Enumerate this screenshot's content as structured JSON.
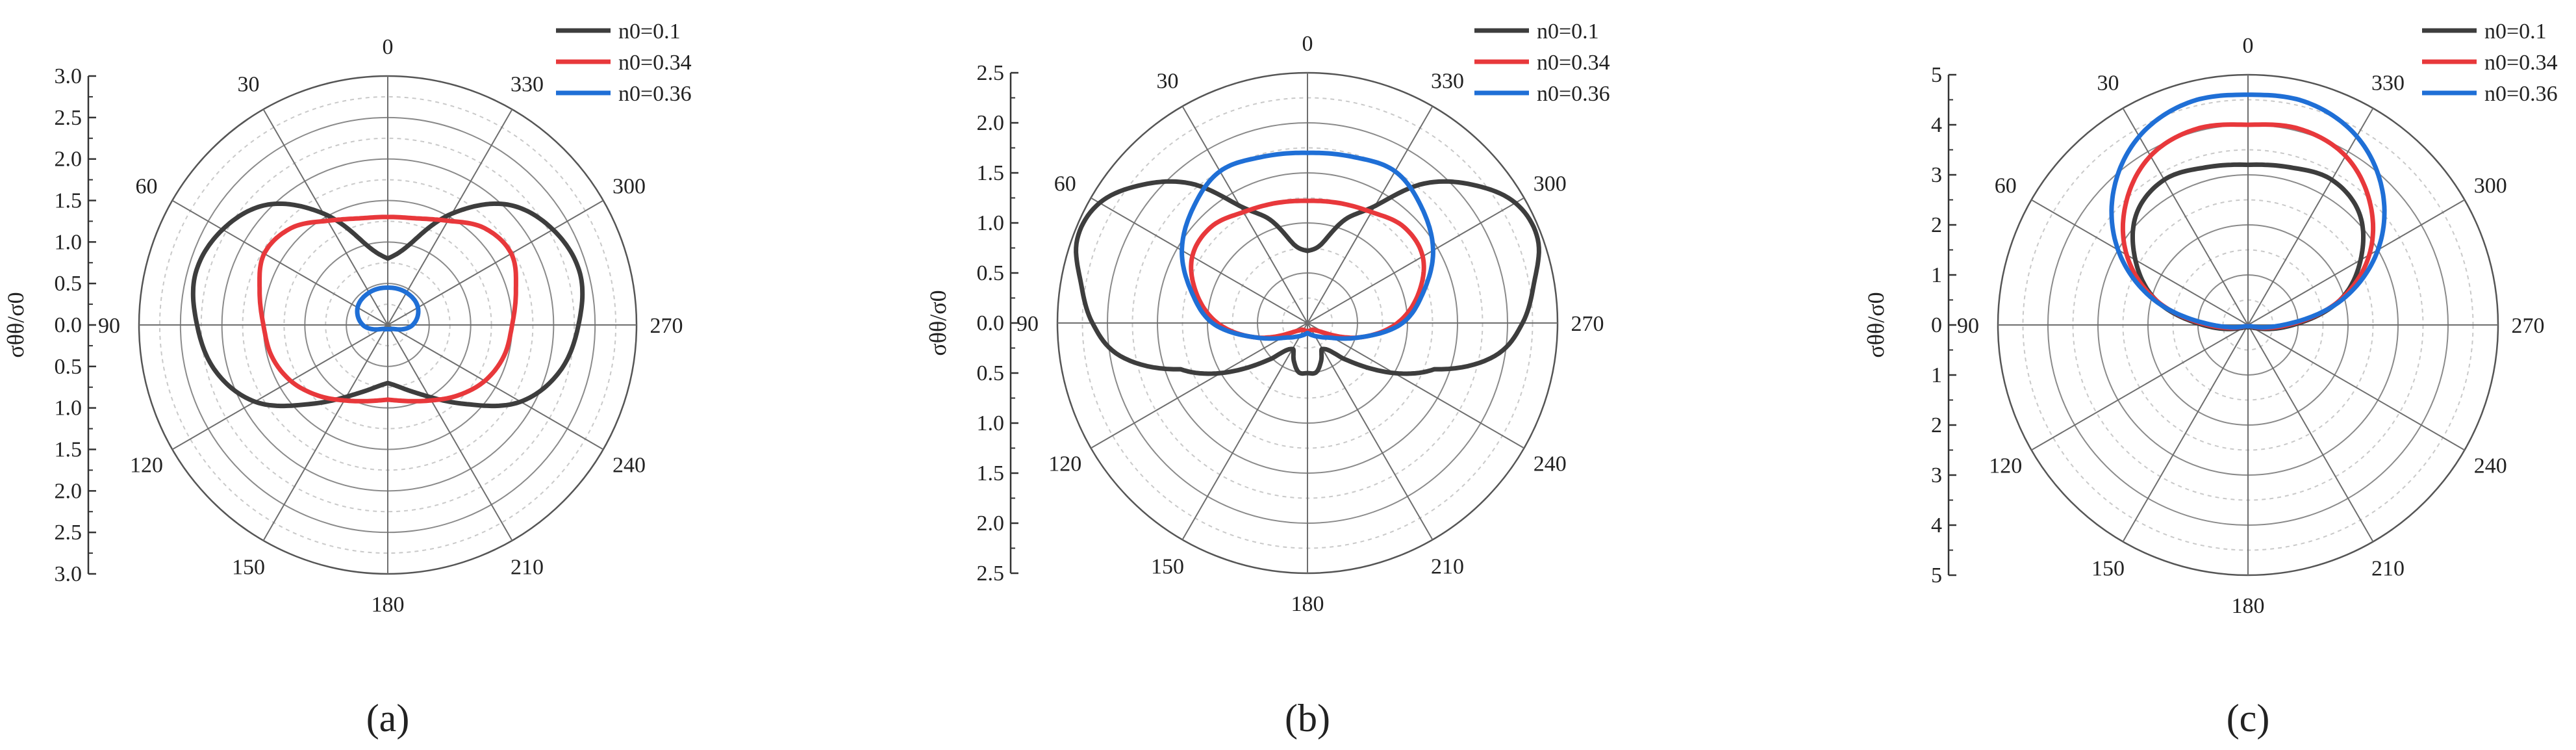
{
  "colors": {
    "series_0.1": "#3d3d3d",
    "series_0.34": "#e8383b",
    "series_0.36": "#1f6fd6"
  },
  "chart_data": [
    {
      "type": "polar-line",
      "panel_label": "(a)",
      "ylabel": "σθθ/σ0",
      "radial_range": [
        0,
        3.0
      ],
      "radial_ticks": [
        "0.0",
        "0.5",
        "1.0",
        "1.5",
        "2.0",
        "2.5",
        "3.0"
      ],
      "angle_ticks": [
        "0",
        "30",
        "60",
        "90",
        "120",
        "150",
        "180",
        "210",
        "240",
        "270",
        "300",
        "330"
      ],
      "angle_direction": "counterclockwise-zero-top",
      "grid": true,
      "legend_position": "top-right",
      "series": [
        {
          "name": "n0=0.1",
          "color": "#3d3d3d",
          "theta": [
            0,
            15,
            30,
            45,
            60,
            75,
            90,
            105,
            120,
            135,
            150,
            165,
            180
          ],
          "r": [
            0.8,
            1.0,
            1.55,
            2.05,
            2.3,
            2.4,
            2.3,
            2.15,
            1.85,
            1.35,
            1.0,
            0.8,
            0.7
          ]
        },
        {
          "name": "n0=0.34",
          "color": "#e8383b",
          "theta": [
            0,
            15,
            30,
            45,
            60,
            75,
            90,
            105,
            120,
            135,
            150,
            165,
            180
          ],
          "r": [
            1.3,
            1.33,
            1.45,
            1.65,
            1.72,
            1.6,
            1.5,
            1.45,
            1.35,
            1.2,
            1.05,
            0.95,
            0.9
          ]
        },
        {
          "name": "n0=0.36",
          "color": "#1f6fd6",
          "theta": [
            0,
            30,
            60,
            90,
            120,
            150,
            180
          ],
          "r": [
            0.45,
            0.45,
            0.42,
            0.3,
            0.1,
            0.06,
            0.05
          ]
        }
      ]
    },
    {
      "type": "polar-line",
      "panel_label": "(b)",
      "ylabel": "σθθ/σ0",
      "radial_range": [
        0,
        2.5
      ],
      "radial_ticks": [
        "0.0",
        "0.5",
        "1.0",
        "1.5",
        "2.0",
        "2.5"
      ],
      "angle_ticks": [
        "0",
        "30",
        "60",
        "90",
        "120",
        "150",
        "180",
        "210",
        "240",
        "270",
        "300",
        "330"
      ],
      "angle_direction": "counterclockwise-zero-top",
      "grid": true,
      "legend_position": "top-right",
      "series": [
        {
          "name": "n0=0.1",
          "color": "#3d3d3d",
          "theta": [
            0,
            10,
            20,
            30,
            40,
            50,
            60,
            70,
            80,
            90,
            100,
            110,
            135,
            150,
            160,
            170,
            180
          ],
          "r": [
            0.72,
            0.8,
            1.1,
            1.35,
            1.82,
            2.15,
            2.4,
            2.45,
            2.3,
            2.15,
            1.9,
            1.35,
            0.5,
            0.3,
            0.4,
            0.5,
            0.5
          ]
        },
        {
          "name": "n0=0.34",
          "color": "#e8383b",
          "theta": [
            0,
            15,
            30,
            45,
            60,
            75,
            90,
            105,
            120,
            135,
            150,
            165,
            180
          ],
          "r": [
            1.22,
            1.24,
            1.28,
            1.36,
            1.33,
            1.15,
            0.9,
            0.55,
            0.2,
            0.1,
            0.08,
            0.08,
            0.08
          ]
        },
        {
          "name": "n0=0.36",
          "color": "#1f6fd6",
          "theta": [
            0,
            15,
            30,
            45,
            60,
            75,
            90,
            105,
            120,
            135,
            150,
            165,
            180
          ],
          "r": [
            1.7,
            1.72,
            1.75,
            1.62,
            1.45,
            1.2,
            0.95,
            0.55,
            0.3,
            0.2,
            0.15,
            0.12,
            0.1
          ]
        }
      ]
    },
    {
      "type": "polar-line",
      "panel_label": "(c)",
      "ylabel": "σθθ/σ0",
      "radial_range": [
        0,
        5
      ],
      "radial_ticks": [
        "0",
        "1",
        "2",
        "3",
        "4",
        "5"
      ],
      "angle_ticks": [
        "0",
        "30",
        "60",
        "90",
        "120",
        "150",
        "180",
        "210",
        "240",
        "270",
        "300",
        "330"
      ],
      "angle_direction": "counterclockwise-zero-top",
      "grid": true,
      "legend_position": "top-right",
      "series": [
        {
          "name": "n0=0.1",
          "color": "#3d3d3d",
          "theta": [
            0,
            15,
            30,
            45,
            60,
            75,
            90,
            105,
            120,
            150,
            180
          ],
          "r": [
            3.2,
            3.26,
            3.35,
            3.15,
            2.6,
            1.9,
            0.9,
            0.3,
            0.1,
            0.05,
            0.05
          ]
        },
        {
          "name": "n0=0.34",
          "color": "#e8383b",
          "theta": [
            0,
            15,
            30,
            45,
            60,
            75,
            90,
            105,
            120,
            150,
            180
          ],
          "r": [
            4.0,
            4.05,
            3.9,
            3.45,
            2.8,
            1.9,
            0.8,
            0.2,
            0.05,
            0.03,
            0.03
          ]
        },
        {
          "name": "n0=0.36",
          "color": "#1f6fd6",
          "theta": [
            0,
            15,
            30,
            45,
            60,
            75,
            90,
            105,
            120,
            150,
            180
          ],
          "r": [
            4.6,
            4.6,
            4.35,
            3.8,
            3.0,
            1.95,
            0.7,
            0.15,
            0.05,
            0.03,
            0.03
          ]
        }
      ]
    }
  ]
}
